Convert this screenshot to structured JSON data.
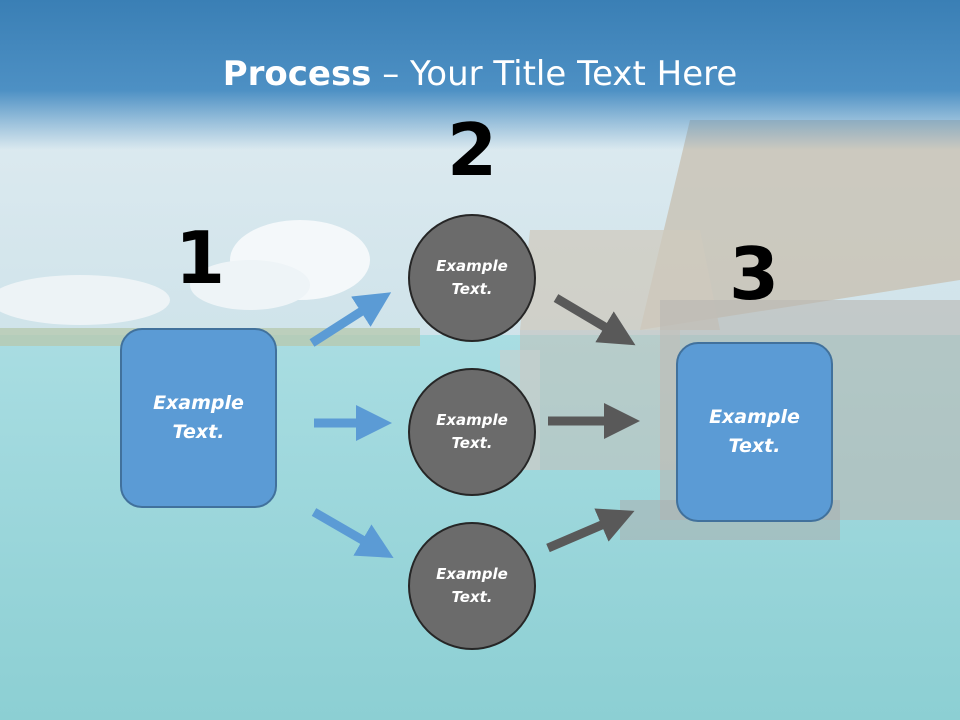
{
  "title": {
    "bold": "Process",
    "rest": " – Your Title Text Here"
  },
  "steps": [
    {
      "number": "1",
      "label": "Example\nText."
    },
    {
      "number": "2"
    },
    {
      "number": "3",
      "label": "Example\nText."
    }
  ],
  "circles": [
    {
      "label": "Example\nText."
    },
    {
      "label": "Example\nText."
    },
    {
      "label": "Example\nText."
    }
  ],
  "colors": {
    "box_fill": "#5b9bd5",
    "circle_fill": "#6b6b6b",
    "arrow_blue": "#5b9bd5",
    "arrow_gray": "#595959"
  }
}
